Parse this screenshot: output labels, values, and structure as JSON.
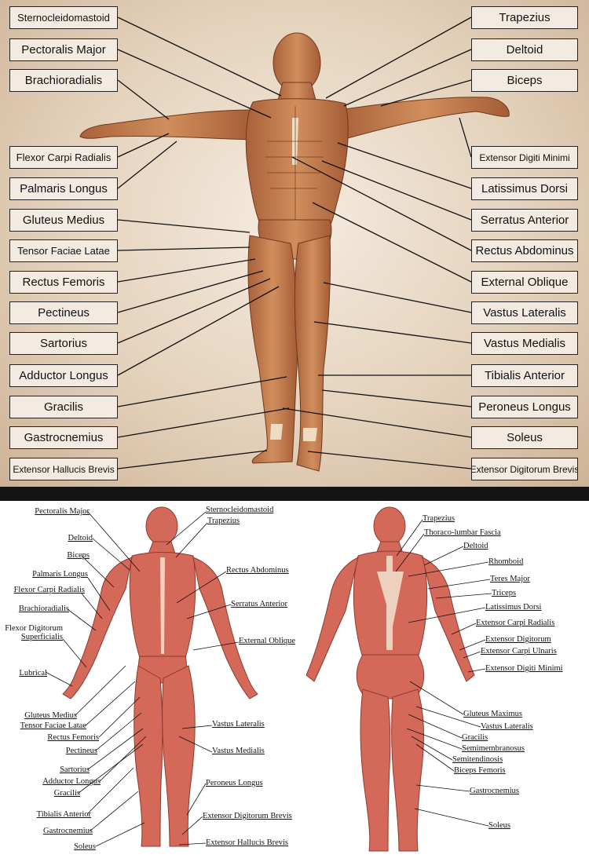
{
  "top_panel": {
    "left_labels": [
      "Sternocleidomastoid",
      "Pectoralis Major",
      "Brachioradialis",
      "Flexor Carpi Radialis",
      "Palmaris Longus",
      "Gluteus Medius",
      "Tensor Faciae Latae",
      "Rectus Femoris",
      "Pectineus",
      "Sartorius",
      "Adductor Longus",
      "Gracilis",
      "Gastrocnemius",
      "Extensor Hallucis Brevis"
    ],
    "right_labels": [
      "Trapezius",
      "Deltoid",
      "Biceps",
      "Extensor Digiti Minimi",
      "Latissimus Dorsi",
      "Serratus Anterior",
      "Rectus Abdominus",
      "External Oblique",
      "Vastus Lateralis",
      "Vastus Medialis",
      "Tibialis Anterior",
      "Peroneus Longus",
      "Soleus",
      "Extensor Digitorum Brevis"
    ]
  },
  "bottom_panel": {
    "front_left": [
      "Pectoralis Major",
      "Deltoid",
      "Biceps",
      "Palmaris Longus",
      "Flexor Carpi Radialis",
      "Brachioradialis",
      "Flexor Digitorum",
      "Superficialis",
      "Lubrical",
      "Gluteus Medius",
      "Tensor Faciae Latae",
      "Rectus Femoris",
      "Pectineus",
      "Sartorius",
      "Adductor Longus",
      "Gracilis",
      "Tibialis Anterior",
      "Gastrocnemius",
      "Soleus"
    ],
    "front_right": [
      "Sternocleidomastoid",
      "Trapezius",
      "Rectus Abdominus",
      "Serratus Anterior",
      "External Oblique",
      "Vastus Lateralis",
      "Vastus Medialis",
      "Peroneus Longus",
      "Extensor Digitorum Brevis",
      "Extensor Hallucis Brevis"
    ],
    "back_right": [
      "Trapezius",
      "Thoraco-lumbar Fascia",
      "Deltoid",
      "Rhomboid",
      "Teres Major",
      "Triceps",
      "Latissimus Dorsi",
      "Extensor Carpi Radialis",
      "Extensor Digitorum",
      "Extensor Carpi Ulnaris",
      "Extensor Digiti Minimi",
      "Gluteus Maximus",
      "Vastus Lateralis",
      "Gracilis",
      "Semimembranosus",
      "Semitendinosis",
      "Biceps Femoris",
      "Gastrocnemius",
      "Soleus"
    ]
  },
  "colors": {
    "top_muscle": "#c47d4e",
    "bottom_muscle": "#d4695a",
    "tendon": "#f2e4d0",
    "line": "#111111"
  }
}
